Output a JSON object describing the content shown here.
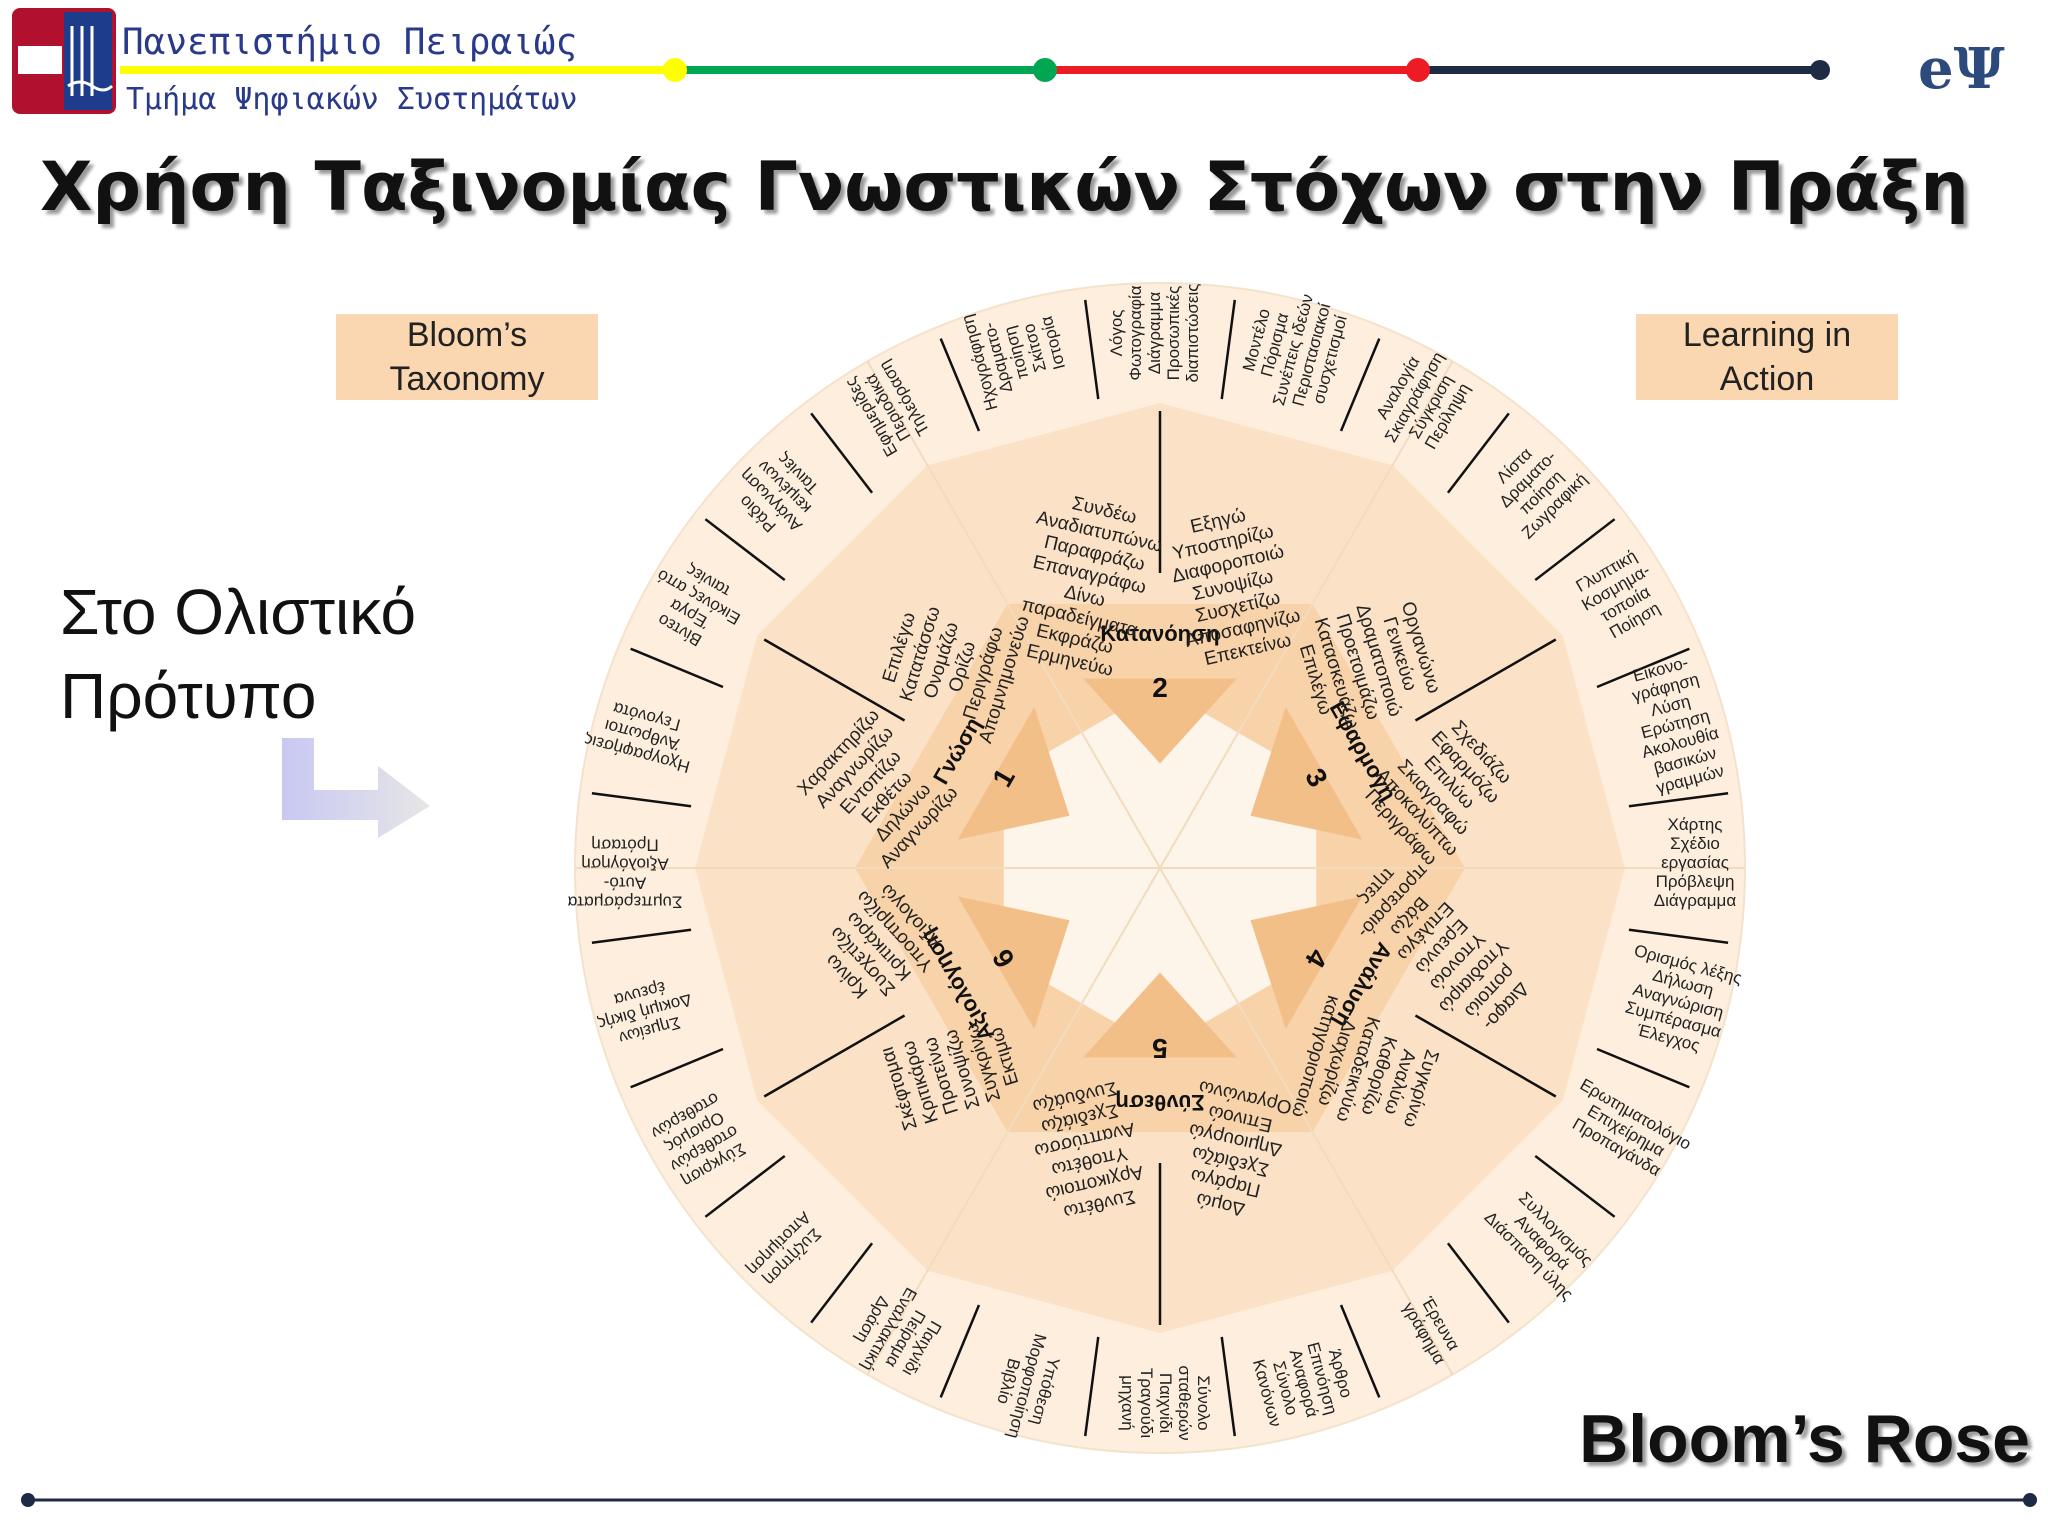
{
  "header": {
    "university": "Πανεπιστήμιο Πειραιώς",
    "department": "Τμήμα Ψηφιακών Συστημάτων",
    "logo_icon": "university-crest-icon",
    "brand_icon": "eps-logo-icon",
    "brand_text": "eΨ",
    "line_colors": [
      "#ffff00",
      "#00a651",
      "#ed1c24",
      "#1f2a44"
    ]
  },
  "slide": {
    "title": "Χρήση Ταξινομίας Γνωστικών Στόχων στην Πράξη",
    "left_label": "Bloom’s Taxonomy",
    "right_label": "Learning in Action",
    "side_text_line1": "Στο Ολιστικό",
    "side_text_line2": "Πρότυπο",
    "footer_title": "Bloom’s Rose"
  },
  "rose": {
    "levels": [
      {
        "num": "1",
        "name": "Γνώση",
        "verbs_a": [
          "Χαρακτηρίζω",
          "Αναγνωρίζω",
          "Εντοπίζω",
          "Εκθέτω",
          "Δηλώνω",
          "Αναγνωρίζω"
        ],
        "verbs_b": [
          "Επιλέγω",
          "Κατατάσσω",
          "Ονομάζω",
          "Ορίζω",
          "Περιγράφω",
          "Απομνημονεύω"
        ]
      },
      {
        "num": "2",
        "name": "Κατανόηση",
        "verbs_a": [
          "Συνδέω",
          "Αναδιατυπώνω",
          "Παραφράζω",
          "Επαναγράφω",
          "Δίνω",
          "παραδείγματα",
          "Εκφράζω",
          "Ερμηνεύω"
        ],
        "verbs_b": [
          "Εξηγώ",
          "Υποστηρίζω",
          "Διαφοροποιώ",
          "Συνοψίζω",
          "Συσχετίζω",
          "Αποσαφηνίζω",
          "Επεκτείνω"
        ]
      },
      {
        "num": "3",
        "name": "Εφαρμογή",
        "verbs_a": [
          "Οργανώνω",
          "Γενικεύω",
          "Δραματοποιώ",
          "Προετοιμάζω",
          "Κατασκευάζω",
          "Επιλέγω"
        ],
        "verbs_b": [
          "Σχεδιάζω",
          "Εφαρμόζω",
          "Επιλύω",
          "Σκιαγραφώ",
          "Αποκαλύπτω",
          "Περιγράφω"
        ]
      },
      {
        "num": "4",
        "name": "Ανάλυση",
        "verbs_a": [
          "Διαφο-",
          "ροποιώ",
          "Υποδιαιρώ",
          "Υπονοώ",
          "Ερευνώ",
          "Επιλέγω",
          "Βάζω",
          "προτεραιό-",
          "τητες"
        ],
        "verbs_b": [
          "Συγκρίνω",
          "Αναλύω",
          "Καθορίζω",
          "Καταδεικνύω",
          "Διαχωρίζω",
          "κατηγοριοποιώ"
        ]
      },
      {
        "num": "5",
        "name": "Σύνθεση",
        "verbs_a": [
          "Δομώ",
          "Παράγω",
          "Σχεδιάζω",
          "Δημιουργώ",
          "Επινοώ",
          "Οργανώνω"
        ],
        "verbs_b": [
          "Συνθέτω",
          "Αρχικοποιώ",
          "Υποθέτω",
          "Αναπτύσσω",
          "Σχεδιάζω",
          "Συνδυάζω"
        ]
      },
      {
        "num": "6",
        "name": "Αξιολόγηση",
        "verbs_a": [
          "Σκέφτομαι",
          "Κριτικάρω",
          "Προτείνω",
          "Συνοψίζω",
          "Συγκρίνω",
          "Εκτιμώ"
        ],
        "verbs_b": [
          "Κρίνω",
          "Συσχετίζω",
          "Κριτικάρω",
          "Υποστηρίζω",
          "Αξιολογώ"
        ]
      }
    ],
    "outer": [
      [
        "Μοντέλο",
        "Πόρισμα",
        "Συνέπεις ιδεών",
        "Περιστασιακοί",
        "συσχετισμοί"
      ],
      [
        "Αναλογία",
        "Σκιαγράφηση",
        "Σύγκριση",
        "Περίληψη"
      ],
      [
        "Λίστα",
        "Δραματο-",
        "ποίηση",
        "Ζωγραφική"
      ],
      [
        "Γλυπτική",
        "Κοσμημα-",
        "τοποιία",
        "Ποίηση"
      ],
      [
        "Εικονο-",
        "γράφηση",
        "Λύση",
        "Ερώτηση",
        "Ακολουθία",
        "βασικών",
        "γραμμών"
      ],
      [
        "Χάρτης",
        "Σχέδιο",
        "εργασίας",
        "Πρόβλεψη",
        "Διάγραμμα"
      ],
      [
        "Ορισμός λέξης",
        "Δήλωση",
        "Αναγνώριση",
        "Συμπέρασμα",
        "Έλεγχος"
      ],
      [
        "Ερωτηματολόγιο",
        "Επιχείρημα",
        "Προπαγάνδα"
      ],
      [
        "Συλλογισμός",
        "Αναφορά",
        "Διάσπαση ύλης"
      ],
      [
        "Έρευνα",
        "γράφημα"
      ],
      [
        "Άρθρο",
        "Επινόηση",
        "Αναφορά",
        "Σύνολο",
        "Κανόνων"
      ],
      [
        "Σύνολο",
        "σταθερών",
        "Παιχνίδι",
        "Τραγούδι",
        "μηχανή"
      ],
      [
        "Υπόθεση",
        "Μορφοποίηση",
        "Βιβλίο"
      ],
      [
        "Παιχνίδι",
        "Πείραμα",
        "Εναλλακτική",
        "Δράση"
      ],
      [
        "Συζήτηση",
        "Αποτίμηση"
      ],
      [
        "Σύγκριση",
        "σταθερών",
        "Ορισμός",
        "σταθερών"
      ],
      [
        "Σημείων",
        "Δοκιμή δικής",
        "έρευνα"
      ],
      [
        "Συμπεράσματα",
        "Αυτό-",
        "Αξιολόγηση",
        "Πρόταση"
      ],
      [
        "Ηχογραφήσεις",
        "Άνθρωποι",
        "Γεγονότα"
      ],
      [
        "Βίντεο",
        "Έργα",
        "Εικόνες από",
        "ταινίες"
      ],
      [
        "Ράδιο",
        "Ανάγνωση",
        "κειμένων",
        "Ταινίες"
      ],
      [
        "Εφημερίδες",
        "Περιοδικά",
        "Τηλεόραση"
      ],
      [
        "Ηχογράφηση",
        "Δραματο-",
        "ποίηση",
        "Σκίτσο",
        "Ιστορία"
      ],
      [
        "Λόγος",
        "Φωτογραφία",
        "Διάγραμμα",
        "Προσωπικές",
        "διαπιστώσεις"
      ]
    ],
    "colors": {
      "outer": "#fdeedd",
      "mid": "#fbe2c6",
      "inner": "#f8d2a8",
      "tri": "#f3bf88",
      "line": "#f2dcc0"
    }
  }
}
